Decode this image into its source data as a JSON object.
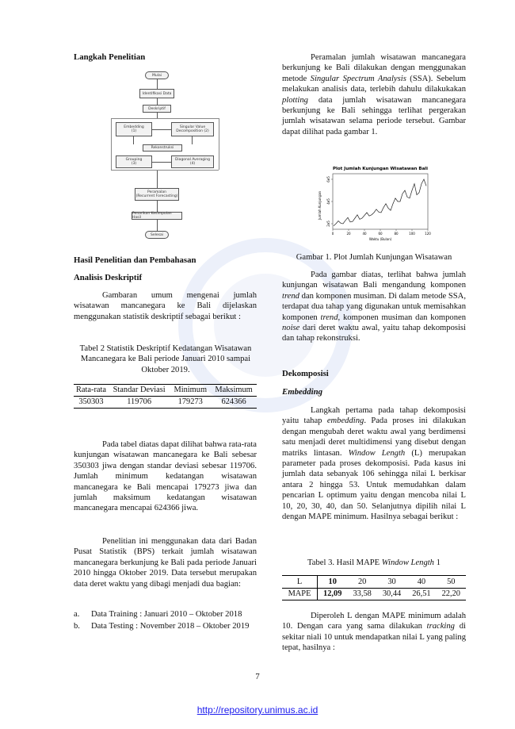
{
  "left": {
    "heading1": "Langkah Penelitian",
    "flow": {
      "start": "Mulai",
      "ident": "Identifikasi Data",
      "desc": "Deskriptif",
      "embed": "Embedding",
      "embed_sub": "(1)",
      "svd": "Singular Value",
      "svd_sub": "Decomposition (2)",
      "recon": "Rekonstruksi",
      "group": "Grouping",
      "group_sub": "(3)",
      "diag": "Diagonal Averaging",
      "diag_sub": "(4)",
      "forecast": "Peramalan",
      "forecast_sub": "(Recurrent Forecasting)",
      "concl": "Penarikan Kesimpulan Hasil",
      "end": "Selesai"
    },
    "heading2": "Hasil Penelitian dan Pembahasan",
    "heading3": "Analisis Deskriptif",
    "para1": "Gambaran umum mengenai jumlah wisatawan mancanegara ke Bali dijelaskan menggunakan statistik deskriptif sebagai berikut :",
    "table2_caption": "Tabel 2 Statistik Deskriptif Kedatangan Wisatawan Mancanegara ke Bali periode Januari 2010 sampai Oktober 2019.",
    "table2": {
      "headers": [
        "Rata-rata",
        "Standar Deviasi",
        "Minimum",
        "Maksimum"
      ],
      "row": [
        "350303",
        "119706",
        "179273",
        "624366"
      ]
    },
    "para2": "Pada tabel diatas dapat dilihat bahwa rata-rata kunjungan wisatawan mancanegara ke Bali sebesar 350303 jiwa dengan standar deviasi sebesar 119706. Jumlah minimum kedatangan wisatawan mancanegara ke Bali mencapai 179273 jiwa dan jumlah maksimum kedatangan wisatawan mancanegara mencapai 624366 jiwa.",
    "para3": "Penelitian ini menggunakan data dari Badan Pusat Statistik (BPS) terkait jumlah wisatawan mancanegara berkunjung ke Bali pada periode Januari 2010 hingga Oktober 2019. Data tersebut merupakan data deret waktu yang dibagi menjadi dua bagian:",
    "list": [
      {
        "marker": "a.",
        "text": "Data Training : Januari 2010 – Oktober 2018"
      },
      {
        "marker": "b.",
        "text": "Data Testing : November 2018 – Oktober 2019"
      }
    ]
  },
  "right": {
    "para1": "Peramalan jumlah wisatawan mancanegara berkunjung ke Bali dilakukan dengan menggunakan metode Singular Spectrum Analysis (SSA). Sebelum melakukan analisis data, terlebih dahulu dilakukakan plotting data jumlah wisatawan mancanegara berkunjung ke Bali sehingga terlihat pergerakan jumlah wisatawan selama periode tersebut. Gambar dapat dilihat pada gambar 1.",
    "figure_caption": "Gambar 1. Plot Jumlah Kunjungan Wisatawan",
    "para2": "Pada gambar diatas, terlihat bahwa jumlah kunjungan wisatawan Bali mengandung komponen trend dan komponen musiman. Di dalam metode SSA, terdapat dua tahap yang digunakan untuk memisahkan komponen trend, komponen musiman dan komponen noise dari deret waktu awal, yaitu tahap dekomposisi dan tahap rekonstruksi.",
    "heading_dekomposisi": "Dekomposisi",
    "heading_embedding": "Embedding",
    "para3": "Langkah pertama pada tahap dekomposisi yaitu tahap embedding. Pada proses ini dilakukan dengan mengubah deret waktu awal yang berdimensi satu menjadi deret multidimensi yang disebut dengan matriks lintasan. Window Length (L) merupakan parameter pada proses dekomposisi. Pada kasus ini jumlah data sebanyak 106 sehingga nilai L berkisar antara 2 hingga 53. Untuk memudahkan dalam pencarian L optimum yaitu dengan mencoba nilai L 10, 20, 30, 40, dan 50. Selanjutnya dipilih nilai L dengan MAPE minimum. Hasilnya sebagai berikut :",
    "table3_caption_prefix": "Tabel 3. Hasil MAPE ",
    "table3_caption_italic": "Window Length",
    "table3_caption_suffix": " 1",
    "table3": {
      "row1": [
        "L",
        "10",
        "20",
        "30",
        "40",
        "50"
      ],
      "row2": [
        "MAPE",
        "12,09",
        "33,58",
        "30,44",
        "26,51",
        "22,20"
      ]
    },
    "para4": "Diperoleh L dengan MAPE minimum adalah 10. Dengan cara yang sama dilakukan tracking di sekitar niali 10 untuk mendapatkan nilai L yang paling tepat, hasilnya :"
  },
  "chart_data": {
    "type": "line",
    "title": "Plot Jumlah Kunjungan Wisatawan Bali",
    "xlabel": "Waktu (Bulan)",
    "ylabel": "Jumlah Kunjungan",
    "xticks": [
      "0",
      "20",
      "40",
      "60",
      "80",
      "100",
      "120"
    ],
    "yticks": [
      "2e5",
      "4e5",
      "6e5"
    ],
    "xlim": [
      0,
      120
    ],
    "ylim": [
      150000,
      650000
    ],
    "x": [
      1,
      4,
      7,
      10,
      13,
      16,
      19,
      22,
      25,
      28,
      31,
      34,
      37,
      40,
      43,
      46,
      49,
      52,
      55,
      58,
      61,
      64,
      67,
      70,
      73,
      76,
      79,
      82,
      85,
      88,
      91,
      94,
      97,
      100,
      103,
      106,
      109,
      112,
      115,
      118
    ],
    "y": [
      180000,
      200000,
      225000,
      205000,
      200000,
      230000,
      255000,
      215000,
      220000,
      250000,
      280000,
      240000,
      250000,
      275000,
      300000,
      270000,
      280000,
      300000,
      330000,
      305000,
      300000,
      345000,
      380000,
      340000,
      320000,
      380000,
      430000,
      400000,
      400000,
      470000,
      500000,
      440000,
      430000,
      500000,
      560000,
      460000,
      480000,
      560000,
      600000,
      540000
    ]
  },
  "page_number": "7",
  "footer_url": "http://repository.unimus.ac.id"
}
